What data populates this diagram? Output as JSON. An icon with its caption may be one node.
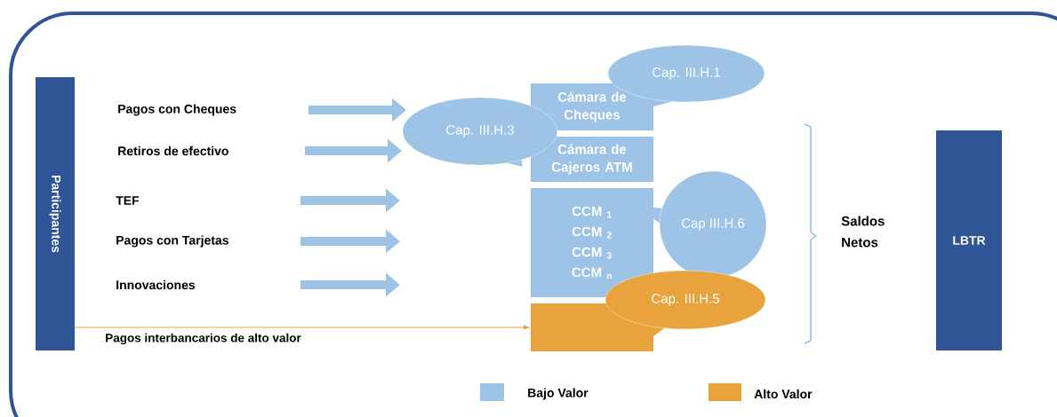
{
  "diagram": {
    "nodes": [
      {
        "text": [
          "Participantes"
        ]
      },
      {
        "text": [
          "Cámara de Cheques"
        ]
      },
      {
        "text": [
          "Cámara de Cajeros ATM"
        ]
      },
      {
        "text": [
          "CCM $_{1}$ CCM $_{2}$ CCM $_{3}$ CCM $_{n}$"
        ]
      },
      {
        "text": [],
        "shape": "box"
      },
      {
        "text": [
          "Cap. III.H.1"
        ]
      },
      {
        "text": [
          "Cap. III.H.3"
        ]
      },
      {
        "text": [
          "Cap III.H.6"
        ]
      },
      {
        "text": [
          "Cap. III.H.5"
        ]
      },
      {
        "text": [
          "LBTR"
        ]
      }
    ],
    "edges": [
      {
        "from": 0,
        "to": 4,
        "arrow": "to",
        "label": "Pagos interbancarios  de alto valor",
        "color": "#e8a33d"
      }
    ],
    "labels": [
      "Pagos con Cheques",
      "Retiros de efectivo",
      "TEF",
      "Pagos con Tarjetas",
      "Innovaciones",
      "Saldos Netos"
    ],
    "legend": [
      {
        "text": "Bajo Valor",
        "color": "#9dc3e6"
      },
      {
        "text": "Alto Valor",
        "color": "#e8a33d"
      }
    ]
  }
}
